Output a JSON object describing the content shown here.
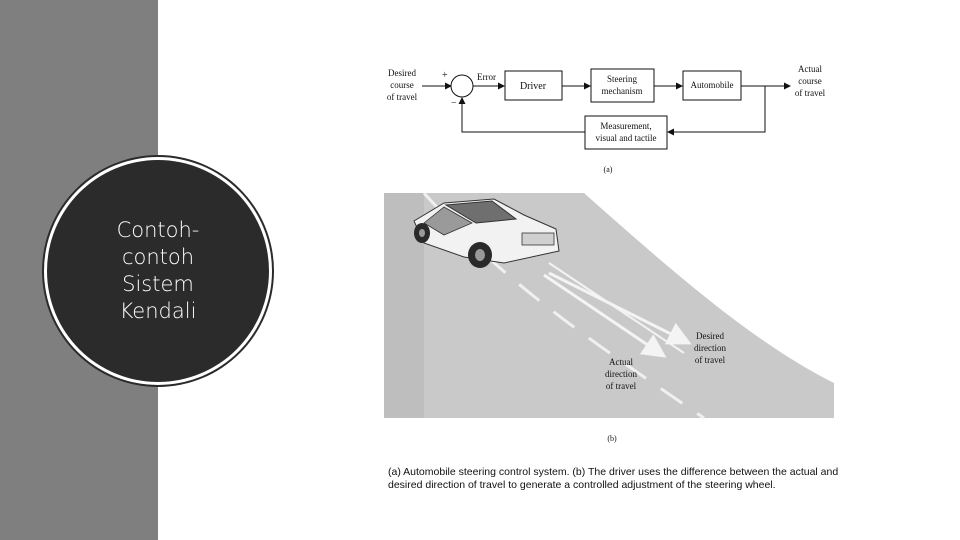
{
  "slide": {
    "title": "Contoh-contoh Sistem Kendali"
  },
  "block_diagram": {
    "input_label_lines": [
      "Desired",
      "course",
      "of travel"
    ],
    "plus_sign": "+",
    "minus_sign": "−",
    "error_label": "Error",
    "blocks": {
      "driver": "Driver",
      "steering_lines": [
        "Steering",
        "mechanism"
      ],
      "automobile": "Automobile",
      "measurement_lines": [
        "Measurement,",
        "visual and tactile"
      ]
    },
    "output_label_lines": [
      "Actual",
      "course",
      "of travel"
    ],
    "sub_label": "(a)"
  },
  "road_illustration": {
    "desired_label_lines": [
      "Desired",
      "direction",
      "of travel"
    ],
    "actual_label_lines": [
      "Actual",
      "direction",
      "of travel"
    ],
    "sub_label": "(b)"
  },
  "caption": "(a) Automobile steering control system. (b) The driver uses the difference between the actual and desired direction of travel to generate a controlled adjustment of the steering wheel.",
  "colors": {
    "left_band": "#7f7f7f",
    "circle_fill": "#2b2b2b",
    "circle_text": "#ffffff"
  }
}
